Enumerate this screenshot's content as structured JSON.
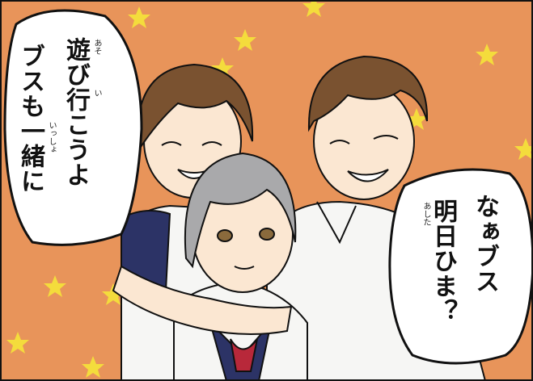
{
  "colors": {
    "background": "#e8945a",
    "stars": "#f4dc3c",
    "bubble": "#ffffff",
    "outline": "#111111",
    "hair_brown": "#7a5230",
    "hair_gray": "#a9a9ab",
    "uniform_navy": "#2c3366",
    "scarf_red": "#b8283a",
    "skin": "#fbe7d2"
  },
  "bubble_left": {
    "lines": [
      "遊び行こうよ",
      "ブスも一緒に"
    ],
    "ruby": [
      "あそ",
      "い",
      "いっしょ"
    ]
  },
  "bubble_right": {
    "lines": [
      "なぁブス",
      "明日ひま？"
    ],
    "ruby": [
      "あした"
    ]
  },
  "icons": [
    "star-icon"
  ]
}
